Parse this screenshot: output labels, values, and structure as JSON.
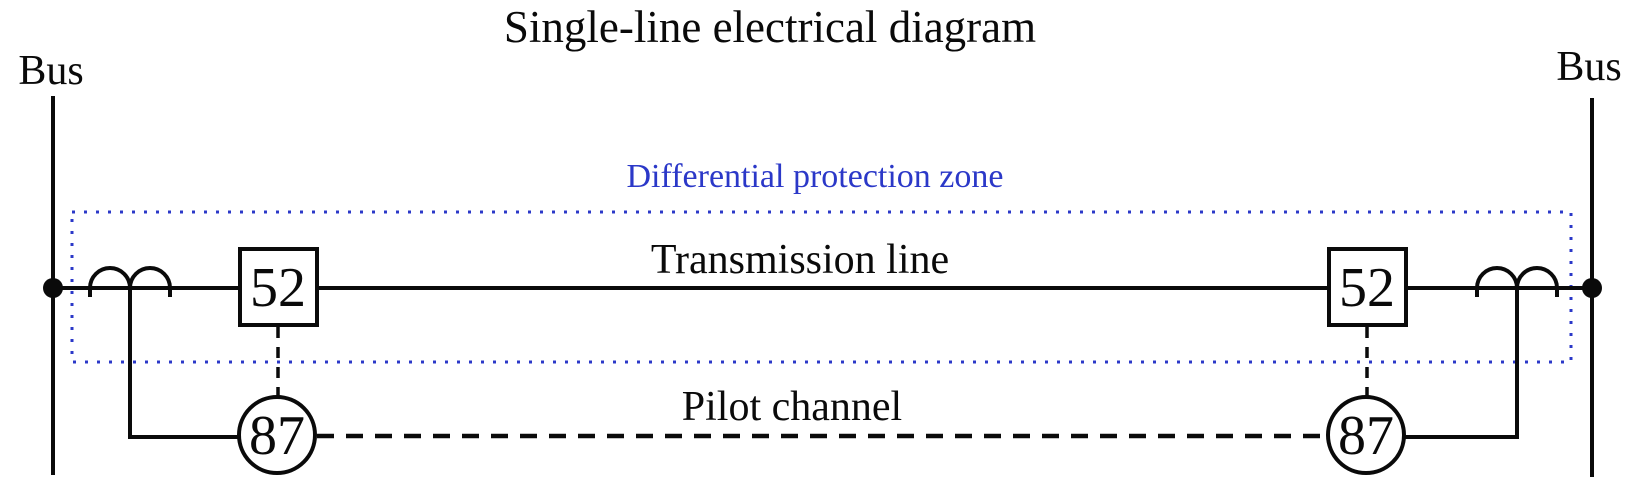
{
  "diagram": {
    "title": "Single-line electrical diagram",
    "buses": {
      "left_label": "Bus",
      "right_label": "Bus"
    },
    "zone": {
      "label": "Differential protection zone"
    },
    "transmission_line": {
      "label": "Transmission line"
    },
    "pilot_channel": {
      "label": "Pilot channel"
    },
    "breakers": {
      "left_label": "52",
      "right_label": "52"
    },
    "relays": {
      "left_label": "87",
      "right_label": "87"
    },
    "colors": {
      "line": "#0a0a0a",
      "zone_accent": "#2b38c8",
      "background": "#ffffff"
    }
  }
}
